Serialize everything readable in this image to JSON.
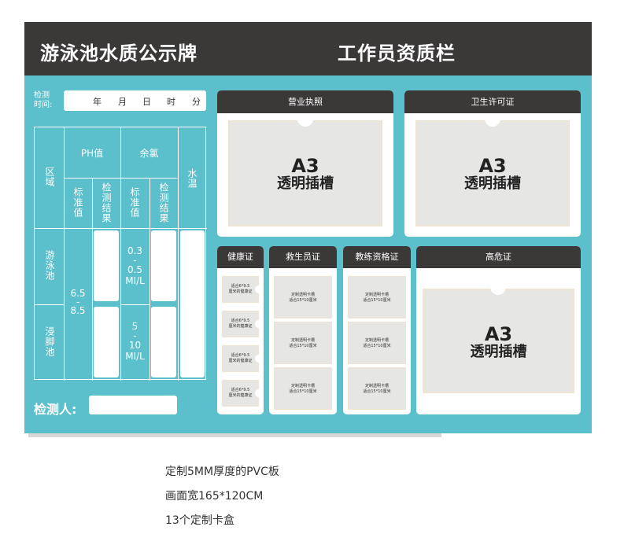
{
  "header": {
    "left_title": "游泳池水质公示牌",
    "right_title": "工作员资质栏"
  },
  "test_time": {
    "label_line1": "检测",
    "label_line2": "时间:",
    "units": [
      "年",
      "月",
      "日",
      "时",
      "分"
    ]
  },
  "table": {
    "area_label": "区域",
    "ph_label": "PH值",
    "chlorine_label": "余氯",
    "water_temp_label": "水温",
    "standard_label": "标准值",
    "result_label": "检测结果",
    "pool_label": "游泳池",
    "footbath_label": "浸脚池",
    "ph_standard": {
      "a": "6.5",
      "dash": "-",
      "b": "8.5"
    },
    "pool_chlorine": {
      "a": "0.3",
      "dash": "-",
      "b": "0.5",
      "unit": "MI/L"
    },
    "footbath_chlorine": {
      "a": "5",
      "dash": "-",
      "b": "10",
      "unit": "MI/L"
    }
  },
  "inspector_label": "检测人:",
  "panels": {
    "business_license": "营业执照",
    "hygiene_permit": "卫生许可证",
    "health_cert": "健康证",
    "lifeguard_cert": "救生员证",
    "coach_cert": "教练资格证",
    "high_risk_cert": "高危证"
  },
  "a3": {
    "big": "A3",
    "sub": "透明插槽"
  },
  "health_card": {
    "line1": "适合6*9.5",
    "line2": "厘米的健康证"
  },
  "card_slot": {
    "line1": "定制透明卡槽",
    "line2": "适合15*10厘米"
  },
  "notes": [
    "定制5MM厚度的PVC板",
    "画面宽165*120CM",
    "13个定制卡盒"
  ]
}
